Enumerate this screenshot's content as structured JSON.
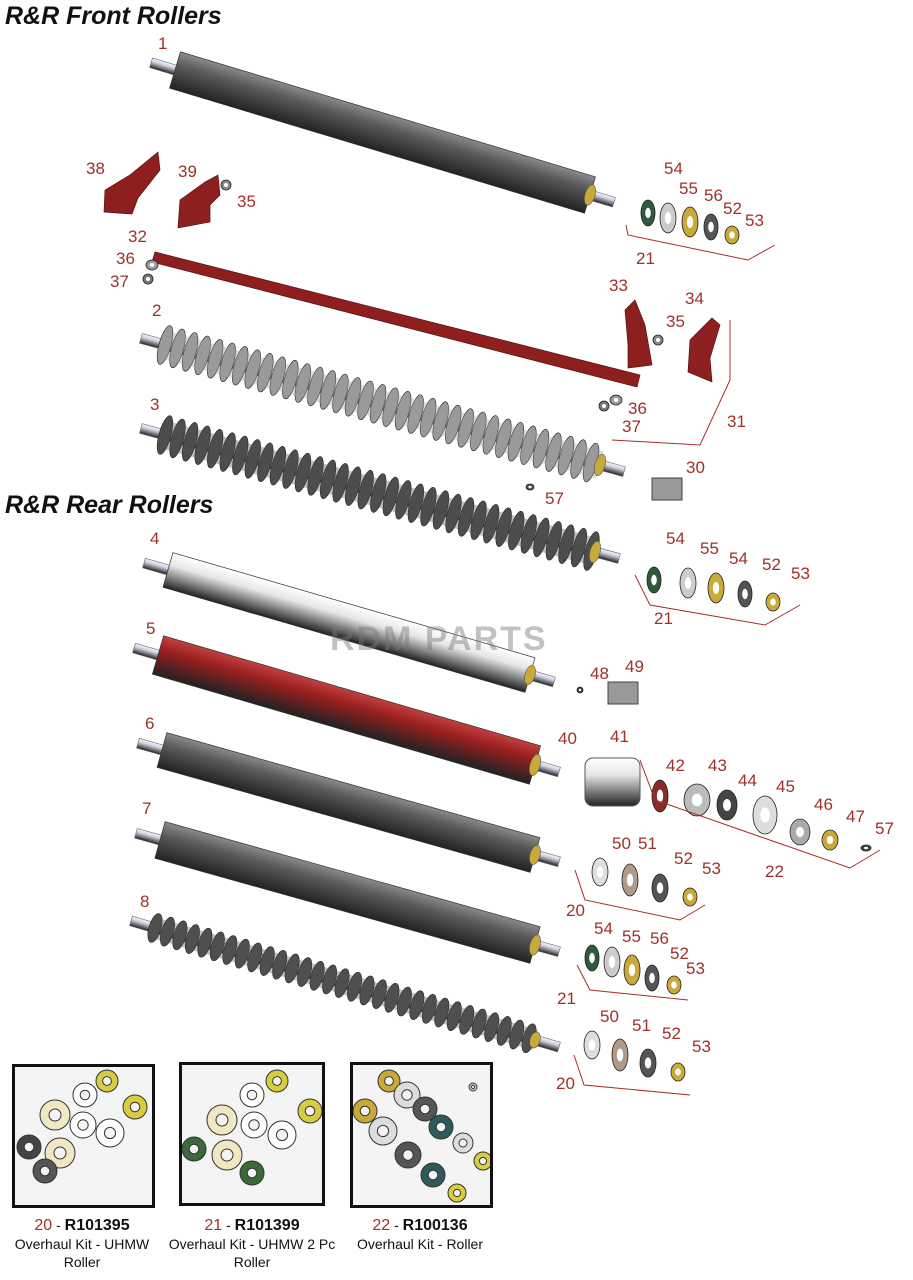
{
  "headings": {
    "front": "R&R Front Rollers",
    "rear": "R&R Rear Rollers"
  },
  "watermark": "RDM PARTS",
  "callouts": [
    "1",
    "38",
    "39",
    "35",
    "54",
    "55",
    "56",
    "52",
    "53",
    "21",
    "32",
    "36",
    "37",
    "33",
    "34",
    "35",
    "2",
    "3",
    "36",
    "37",
    "31",
    "30",
    "57",
    "4",
    "54",
    "55",
    "54",
    "52",
    "53",
    "21",
    "5",
    "48",
    "49",
    "6",
    "40",
    "41",
    "42",
    "43",
    "44",
    "45",
    "46",
    "47",
    "57",
    "22",
    "7",
    "50",
    "51",
    "52",
    "53",
    "20",
    "8",
    "54",
    "55",
    "56",
    "52",
    "53",
    "21",
    "50",
    "51",
    "52",
    "53",
    "20"
  ],
  "kits": [
    {
      "num": "20",
      "sep": " - ",
      "part": "R101395",
      "desc": "Overhaul Kit - UHMW Roller"
    },
    {
      "num": "21",
      "sep": " - ",
      "part": "R101399",
      "desc": "Overhaul Kit - UHMW 2 Pc Roller"
    },
    {
      "num": "22",
      "sep": " - ",
      "part": "R100136",
      "desc": "Overhaul Kit - Roller"
    }
  ],
  "colors": {
    "callout": "#a0302c",
    "red_part": "#8e1f1f",
    "roller_dark": "#4a4a4a",
    "roller_light": "#cfcfcf",
    "brass": "#c9a93a"
  }
}
